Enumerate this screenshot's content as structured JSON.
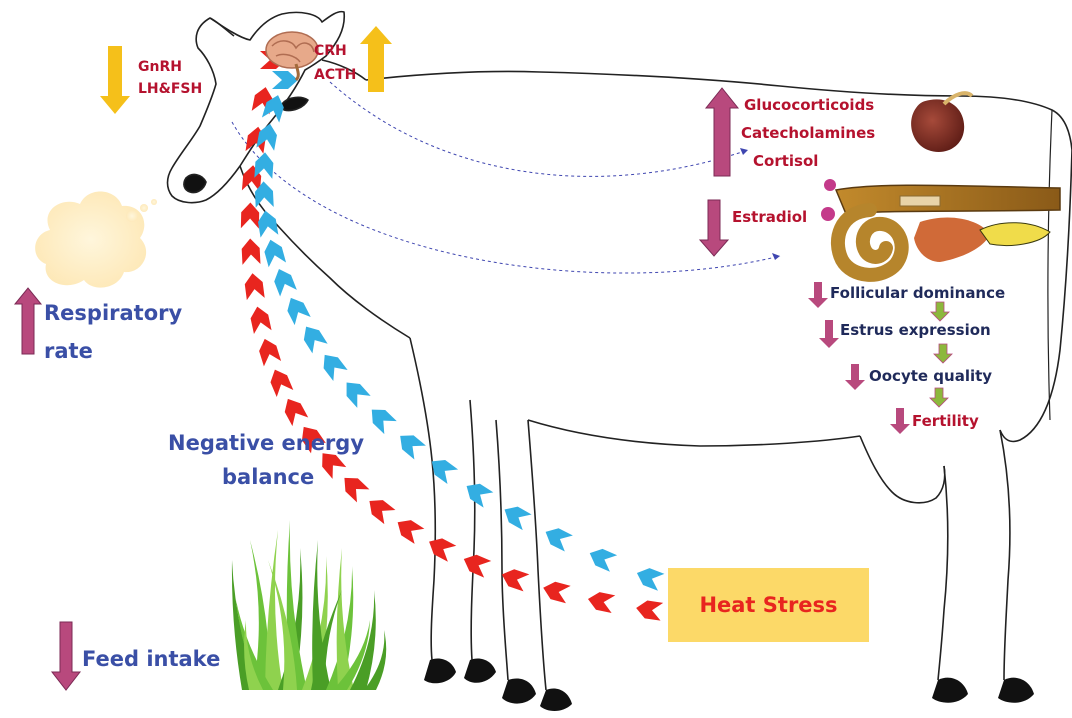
{
  "title": "",
  "labels": {
    "gnrh": "GnRH",
    "lh_fsh": "LH&FSH",
    "crh": "CRH",
    "acth": "ACTH",
    "glucocorticoids": "Glucocorticoids",
    "catecholamines": "Catecholamines",
    "cortisol": "Cortisol",
    "estradiol": "Estradiol",
    "follicular_dominance": "Follicular dominance",
    "estrus_expression": "Estrus expression",
    "oocyte_quality": "Oocyte quality",
    "fertility": "Fertility",
    "respiratory_line1": "Respiratory",
    "respiratory_line2": "rate",
    "neb_line1": "Negative energy",
    "neb_line2": "balance",
    "feed_intake": "Feed intake",
    "heat_stress": "Heat Stress"
  },
  "indicators": {
    "gnrh_lh_fsh": "down",
    "crh_acth": "up",
    "stress_hormones": "up",
    "estradiol": "down",
    "follicular_dominance": "down",
    "estrus_expression": "down",
    "oocyte_quality": "down",
    "fertility": "down",
    "respiratory_rate": "up",
    "feed_intake": "down"
  },
  "colors": {
    "arrow_orange": "#f5c01a",
    "arrow_purple": "#b8497d",
    "path_red": "#e8251f",
    "path_blue": "#33aee2",
    "label_red": "#b5122e",
    "label_blue": "#3a4fa6",
    "box_fill": "#fcd968",
    "grass_green": "#5fb52f",
    "cascade_arrow": "#8cb83c"
  },
  "icons": [
    "brain-icon",
    "adrenal-gland-icon",
    "reproductive-tract-icon",
    "thought-cloud-icon",
    "grass-icon"
  ]
}
